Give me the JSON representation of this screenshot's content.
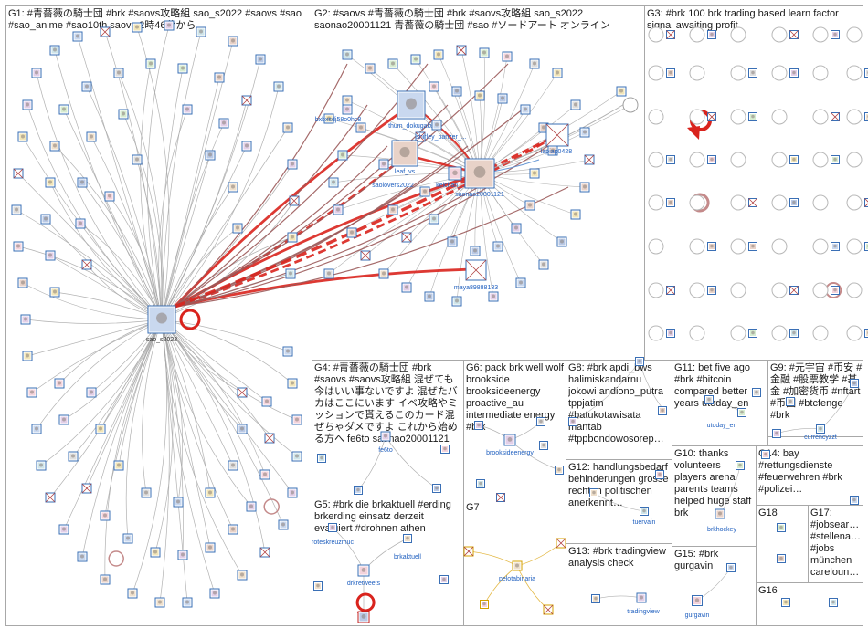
{
  "groups": [
    {
      "id": "G1",
      "label": "G1: #青薔薇の騎士団 #brk #saovs攻略組 sao_s2022 #saovs #sao #sao_anime #sao10th saovs 2時46分から"
    },
    {
      "id": "G2",
      "label": "G2: #saovs #青薔薇の騎士団 #brk #saovs攻略組 sao_s2022 saonao20001121 青薔薇の騎士団 #sao #ソードアート オンライン"
    },
    {
      "id": "G3",
      "label": "G3: #brk 100 brk trading based learn factor signal awaiting profit"
    },
    {
      "id": "G4",
      "label": "G4: #青薔薇の騎士団 #brk #saovs #saovs攻略組 混ぜても今はいい事ないですよ 混ぜたバカはここにいます イベ攻略やミッションで貰えるこのカード混ぜちゃダメですよ これから始める方へ fe6to saonao20001121"
    },
    {
      "id": "G5",
      "label": "G5: #brk die brkaktuell #erding brkerding einsatz derzeit evaluiert #drohnen athen"
    },
    {
      "id": "G6",
      "label": "G6: pack brk well wolf brookside brooksideenergy proactive_au intermediate energy #brk"
    },
    {
      "id": "G7",
      "label": "G7"
    },
    {
      "id": "G8",
      "label": "G8: #brk apdi_bws halimiskandarnu jokowi andiono_putra tppjatim #batukotawisata mantab #tppbondowosorep…"
    },
    {
      "id": "G9",
      "label": "G9: #元宇宙 #币安 #金融 #股票教学 #基金 #加密货币 #nftart #币圈 #btcfenge #brk"
    },
    {
      "id": "G10",
      "label": "G10: thanks volunteers players arena parents teams helped huge staff brk"
    },
    {
      "id": "G11",
      "label": "G11: bet five ago #brk #bitcoin compared better years utoday_en"
    },
    {
      "id": "G12",
      "label": "G12: handlungsbedarf behinderungen grosse rechten politischen anerkennt…"
    },
    {
      "id": "G13",
      "label": "G13: #brk tradingview analysis check"
    },
    {
      "id": "G14",
      "label": "G14: bay #rettungsdienste #feuerwehren #brk #polizei…"
    },
    {
      "id": "G15",
      "label": "G15: #brk gurgavin"
    },
    {
      "id": "G16",
      "label": "G16"
    },
    {
      "id": "G17",
      "label": "G17: #jobsear… #stellena… #jobs münchen careloun…"
    },
    {
      "id": "G18",
      "label": "G18"
    }
  ],
  "node_labels": {
    "sao_s2022": "sao_s2022",
    "saonao20001121": "saonao20001121",
    "thum_dokugaku": "thum_dokugaku",
    "shirley_panzer": "shirley_panzer_...",
    "leaf_vs": "leaf_vs",
    "saolovers2022": "saolovers2022",
    "keichan": "keichan_...",
    "lapiap0428": "lapiap0428",
    "maya89888133": "maya89888133",
    "bxbxsdj": "bxbxsdj58o0hc8",
    "fe6to": "fe6to",
    "brooksideenergy": "brooksideenergy",
    "pelotabinaria": "pelotabinaria",
    "roteskreuzmuc": "roteskreuzmuc",
    "brkaktuell": "brkaktuell",
    "drkretweets": "drkretweets",
    "utoday_en": "utoday_en",
    "currencyzzt": "currencyzzt",
    "brkhockey": "brkhockey",
    "tradingview": "tradingview",
    "gurgavin": "gurgavin",
    "tuervain": "tuervain"
  },
  "colors": {
    "edge_gray": "#a9a9a9",
    "edge_red": "#d9231d",
    "edge_brown": "#9b5a5a",
    "node_border_blue": "#3a6fb5",
    "box_border": "#a8a8a8",
    "label_blue": "#1f5fbf"
  }
}
